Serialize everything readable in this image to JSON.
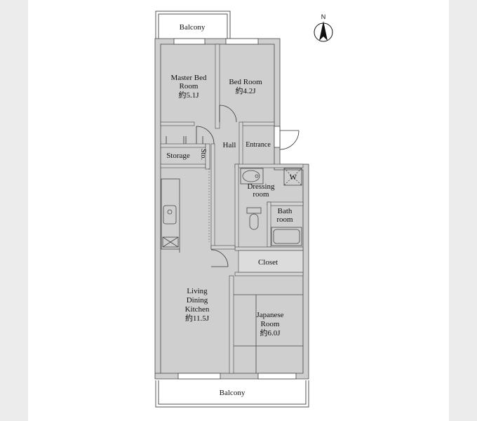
{
  "north_label": "N",
  "rooms": {
    "balcony_top": "Balcony",
    "master_bed": [
      "Master Bed",
      "Room",
      "約5.1J"
    ],
    "bed_room": [
      "Bed Room",
      "約4.2J"
    ],
    "hall": "Hall",
    "entrance": "Entrance",
    "storage": "Storage",
    "sto": "Sto.",
    "dressing": [
      "Dressing",
      "room"
    ],
    "washer_mark": "W",
    "bath": [
      "Bath",
      "room"
    ],
    "closet": "Closet",
    "ldk": [
      "Living",
      "Dining",
      "Kitchen",
      "約11.5J"
    ],
    "japanese": [
      "Japanese",
      "Room",
      "約6.0J"
    ],
    "balcony_bottom": "Balcony"
  }
}
